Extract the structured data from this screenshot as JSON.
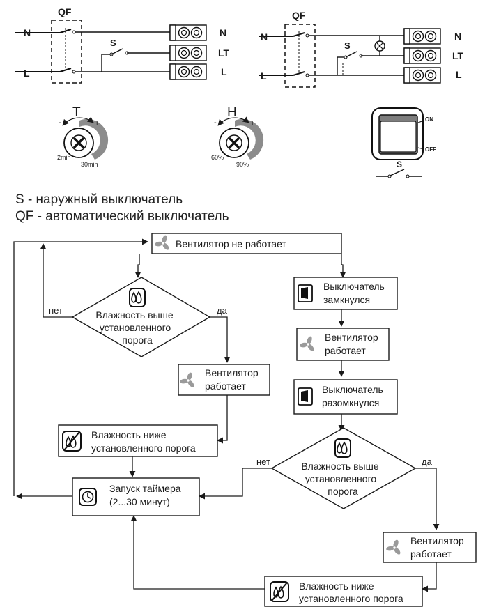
{
  "wiring1": {
    "qf": "QF",
    "s": "S",
    "in_n": "N",
    "in_l": "L",
    "out_n": "N",
    "out_lt": "LT",
    "out_l": "L"
  },
  "wiring2": {
    "qf": "QF",
    "s": "S",
    "in_n": "N",
    "in_l": "L",
    "out_n": "N",
    "out_lt": "LT",
    "out_l": "L"
  },
  "knob_t": {
    "letter": "T",
    "minus": "-",
    "plus": "+",
    "min": "2min",
    "max": "30min"
  },
  "knob_h": {
    "letter": "H",
    "minus": "-",
    "plus": "+",
    "min": "60%",
    "max": "90%"
  },
  "switch_panel": {
    "on": "ON",
    "off": "OFF",
    "s": "S"
  },
  "legend": {
    "s": "S - наружный выключатель",
    "qf": "QF - автоматический выключатель"
  },
  "flow": {
    "fan_off": "Вентилятор не работает",
    "switch_closed_1": "Выключатель",
    "switch_closed_2": "замкнулся",
    "fan_on_right_1": "Вентилятор",
    "fan_on_right_2": "работает",
    "switch_opened_1": "Выключатель",
    "switch_opened_2": "разомкнулся",
    "dec_left_1": "Влажность выше",
    "dec_left_2": "установленного",
    "dec_left_3": "порога",
    "dec_right_1": "Влажность выше",
    "dec_right_2": "установленного",
    "dec_right_3": "порога",
    "no": "нет",
    "yes": "да",
    "no_2": "нет",
    "yes_2": "да",
    "fan_on_left_1": "Вентилятор",
    "fan_on_left_2": "работает",
    "hum_low_left_1": "Влажность ниже",
    "hum_low_left_2": "установленного порога",
    "timer_1": "Запуск таймера",
    "timer_2": "(2...30 минут)",
    "fan_on_br_1": "Вентилятор",
    "fan_on_br_2": "работает",
    "hum_low_right_1": "Влажность ниже",
    "hum_low_right_2": "установленного порога"
  }
}
